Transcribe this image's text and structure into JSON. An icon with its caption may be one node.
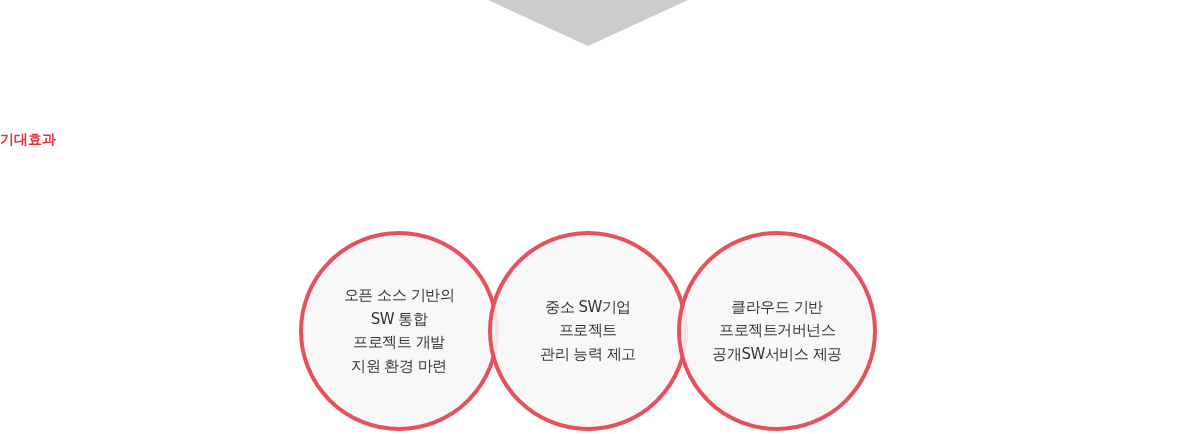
{
  "diagram": {
    "title": "기대효과",
    "nodes": [
      {
        "text": [
          "오픈 소스 기반의 SW 통합 프로젝트 개발 지원 환경 마련"
        ]
      },
      {
        "text": [
          "중소 SW기업 프로젝트 관리 능력 제고"
        ]
      },
      {
        "text": [
          "클라우드 기반 프로젝트거버넌스 공개SW서비스 제공"
        ]
      }
    ]
  }
}
